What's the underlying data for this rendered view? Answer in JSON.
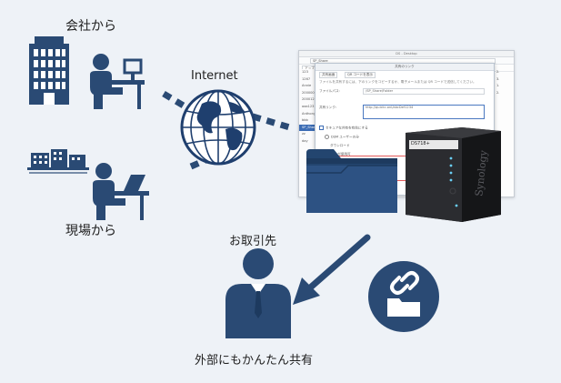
{
  "labels": {
    "office": "会社から",
    "field": "現場から",
    "internet": "Internet",
    "client": "お取引先",
    "caption": "外部にもかんたん共有"
  },
  "screenshot": {
    "window_title": "DS - Desktop",
    "address": "SP_Share",
    "toolbar_button": "アップロード",
    "sidebar_items": [
      "123",
      "1267",
      "Annie",
      "200000",
      "2000123",
      "aaa123",
      "Anthony",
      "bbb",
      "SP_Share",
      "zz",
      "day"
    ],
    "dialog": {
      "title": "共有のリンク",
      "tabs": [
        "共有画面",
        "QR コードを表示"
      ],
      "notice": "ファイルを共有するには、下のリンクをコピーするか、電子メールまたは QR コードで送信してください。",
      "file_name_label": "ファイルパス:",
      "file_name_value": "/SP_Share/Folder",
      "link_label": "共有リンク:",
      "link_value": "http://quickc.onl/abcDef1234",
      "enable_check": "セキュアな共有を有効にする",
      "option_1": "DSM ユーザーのみ",
      "option_2": "ダウンロード",
      "option_3": "誰もが使用可"
    },
    "right_items": [
      "2.",
      "3.",
      "1.",
      "2."
    ]
  },
  "nas": {
    "brand": "Synology",
    "model": "DS718+"
  },
  "colors": {
    "navy": "#2a4a74",
    "globe": "#1f3f6e",
    "link": "#2a4a74",
    "background": "#eef2f7"
  }
}
